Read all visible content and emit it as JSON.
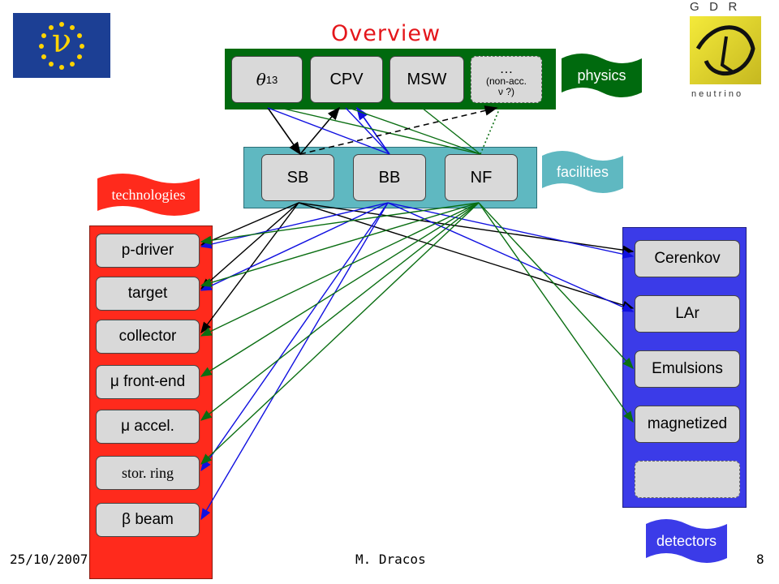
{
  "title": "Overview",
  "physics": {
    "label": "physics",
    "items": [
      {
        "id": "theta13",
        "label": "θ",
        "sub": "13"
      },
      {
        "id": "cpv",
        "label": "CPV"
      },
      {
        "id": "msw",
        "label": "MSW"
      },
      {
        "id": "nonacc",
        "line1": "…",
        "line2": "(non-acc.",
        "line3": "ν ?)"
      }
    ]
  },
  "facilities": {
    "label": "facilities",
    "items": [
      {
        "id": "sb",
        "label": "SB"
      },
      {
        "id": "bb",
        "label": "BB"
      },
      {
        "id": "nf",
        "label": "NF"
      }
    ]
  },
  "technologies": {
    "label": "technologies",
    "items": [
      {
        "id": "pdriver",
        "label": "p-driver"
      },
      {
        "id": "target",
        "label": "target"
      },
      {
        "id": "collector",
        "label": "collector"
      },
      {
        "id": "mufrontend",
        "label": "μ front-end"
      },
      {
        "id": "muaccel",
        "label": "μ accel."
      },
      {
        "id": "storring",
        "label": "stor. ring"
      },
      {
        "id": "betabeam",
        "label": "β beam"
      }
    ]
  },
  "detectors": {
    "label": "detectors",
    "items": [
      {
        "id": "cerenkov",
        "label": "Cerenkov"
      },
      {
        "id": "lar",
        "label": "LAr"
      },
      {
        "id": "emulsions",
        "label": "Emulsions"
      },
      {
        "id": "magnetized",
        "label": "magnetized"
      },
      {
        "id": "empty",
        "label": ""
      }
    ]
  },
  "logos": {
    "eu_symbol": "ν",
    "gdr_letters": "G   D   R",
    "gdr_word": "n e u t r i n o"
  },
  "footer": {
    "date": "25/10/2007",
    "author": "M. Dracos",
    "page": "8"
  },
  "colors": {
    "physics_panel": "#006a0e",
    "facilities_panel": "#5fb8c1",
    "technologies_panel": "#ff2a1c",
    "detectors_panel": "#3b3be8",
    "title": "#e4161b"
  }
}
